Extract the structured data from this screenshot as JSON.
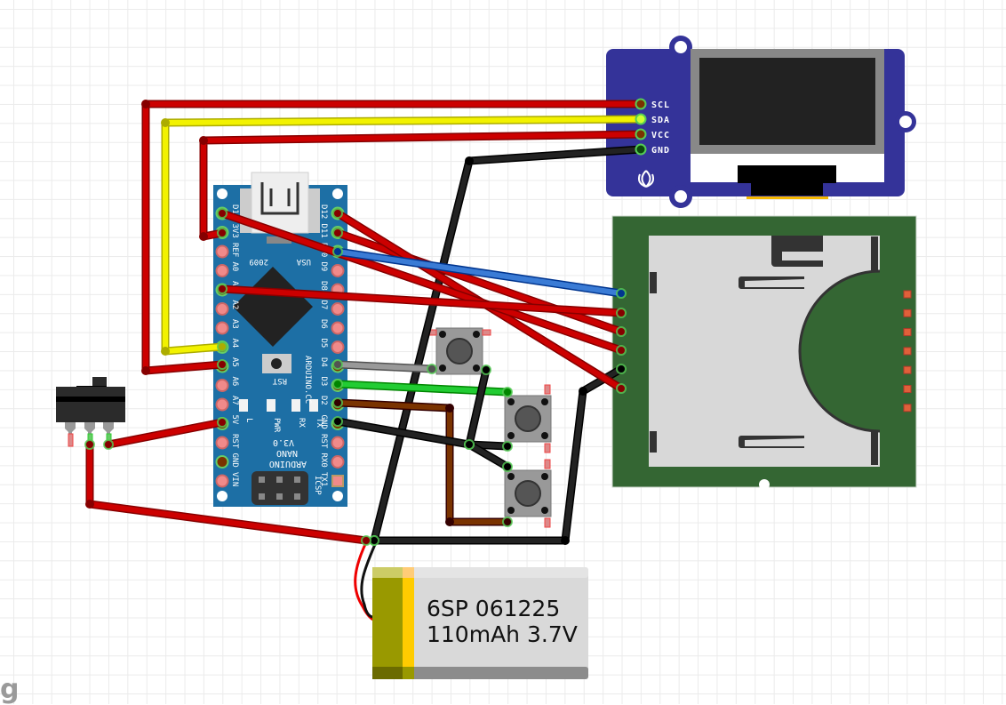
{
  "app": {
    "view": "Breadboard schematic canvas",
    "corner_glyph": "g"
  },
  "components": {
    "arduino": {
      "name": "Arduino Nano",
      "board_text": [
        "ARDUINO",
        "NANO",
        "V3.0"
      ],
      "site_text": "ARDUINO.CC",
      "usb_label": "USA",
      "year_label": "2009",
      "rst_label": "RST",
      "icsp_label": "ICSP",
      "led_labels": [
        "L",
        "PWR",
        "RX",
        "TX"
      ],
      "left_pins": [
        "D13",
        "3V3",
        "REF",
        "A0",
        "A1",
        "A2",
        "A3",
        "A4",
        "A5",
        "A6",
        "A7",
        "5V",
        "RST",
        "GND",
        "VIN"
      ],
      "right_pins": [
        "D12",
        "D11",
        "D10",
        "D9",
        "D8",
        "D7",
        "D6",
        "D5",
        "D4",
        "D3",
        "D2",
        "GND",
        "RST",
        "RX0",
        "TX1"
      ]
    },
    "oled": {
      "name": "OLED display module",
      "pins": [
        "SCL",
        "SDA",
        "VCC",
        "GND"
      ]
    },
    "sd_card": {
      "name": "SD card module",
      "right_pad_count": 7
    },
    "buttons": [
      {
        "name": "Pushbutton 1"
      },
      {
        "name": "Pushbutton 2"
      },
      {
        "name": "Pushbutton 3"
      }
    ],
    "switch": {
      "name": "Slide switch"
    },
    "battery": {
      "name": "LiPo battery",
      "line1": "6SP 061225",
      "line2": "110mAh 3.7V"
    }
  },
  "wires": [
    {
      "id": "scl",
      "color": "#cc0000",
      "from": "OLED SCL",
      "to": "Nano A5"
    },
    {
      "id": "sda",
      "color": "#f2f200",
      "from": "OLED SDA",
      "to": "Nano A4"
    },
    {
      "id": "vcc",
      "color": "#cc0000",
      "from": "OLED VCC",
      "to": "Nano 3V3"
    },
    {
      "id": "gnd-main",
      "color": "#222222",
      "from": "OLED GND",
      "to": "Battery -"
    },
    {
      "id": "gnd-sd",
      "color": "#222222",
      "from": "Battery -",
      "to": "SD GND"
    },
    {
      "id": "sd-mosi",
      "color": "#cc0000",
      "from": "Nano D11",
      "to": "SD pin 3"
    },
    {
      "id": "sd-miso",
      "color": "#cc0000",
      "from": "Nano D12",
      "to": "SD pin 6"
    },
    {
      "id": "sd-sck",
      "color": "#cc0000",
      "from": "Nano D13",
      "to": "SD pin 4"
    },
    {
      "id": "sd-cs",
      "color": "#3a7bd5",
      "from": "Nano D10",
      "to": "SD pin 1"
    },
    {
      "id": "sd-vcc",
      "color": "#cc0000",
      "from": "Nano A1",
      "to": "SD pin 2"
    },
    {
      "id": "btn1",
      "color": "#999999",
      "from": "Nano D4",
      "to": "Button 1"
    },
    {
      "id": "btn2",
      "color": "#22cc33",
      "from": "Nano D3",
      "to": "Button 2"
    },
    {
      "id": "btn3",
      "color": "#7a3300",
      "from": "Nano D2",
      "to": "Button 3"
    },
    {
      "id": "btn-gnd",
      "color": "#222222",
      "from": "Nano GND",
      "to": "Buttons GND"
    },
    {
      "id": "switch-5v",
      "color": "#cc0000",
      "from": "Switch",
      "to": "Nano 5V"
    },
    {
      "id": "switch-batt",
      "color": "#cc0000",
      "from": "Switch",
      "to": "Battery +"
    }
  ]
}
